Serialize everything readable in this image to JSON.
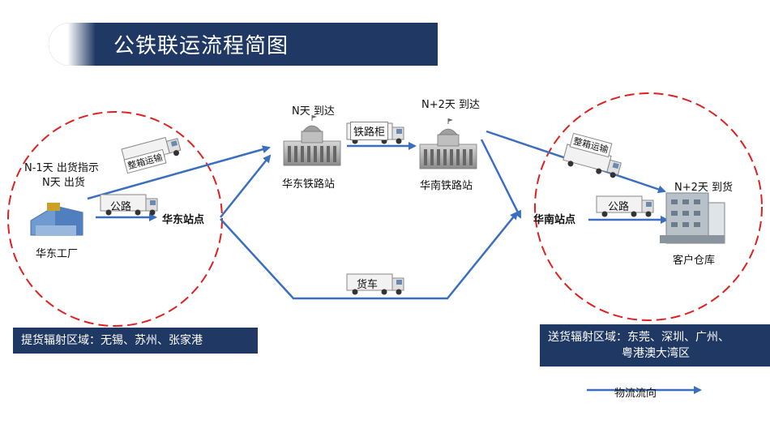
{
  "title": "公铁联运流程简图",
  "factory": {
    "time_line1": "N-1天 出货指示",
    "time_line2": "N天 出货",
    "label": "华东工厂"
  },
  "east_point": "华东站点",
  "east_station": {
    "time": "N天 到达",
    "label": "华东铁路站"
  },
  "south_station": {
    "time": "N+2天 到达",
    "label": "华南铁路站"
  },
  "south_point": "华南站点",
  "customer": {
    "time": "N+2天 到货",
    "label": "客户仓库"
  },
  "trucks": {
    "container_west": "整箱运输",
    "road_west": "公路",
    "rail": "铁路柜",
    "container_east": "整箱运输",
    "road_east": "公路",
    "truck": "货车"
  },
  "pickup_region": "提货辐射区域：无锡、苏州、张家港",
  "delivery_region_line1": "送货辐射区域：东莞、深圳、广州、",
  "delivery_region_line2": "粤港澳大湾区",
  "legend": "物流流向",
  "colors": {
    "title_bg": "#1f3864",
    "arrow": "#3a6fc0",
    "circle": "#e02020"
  }
}
